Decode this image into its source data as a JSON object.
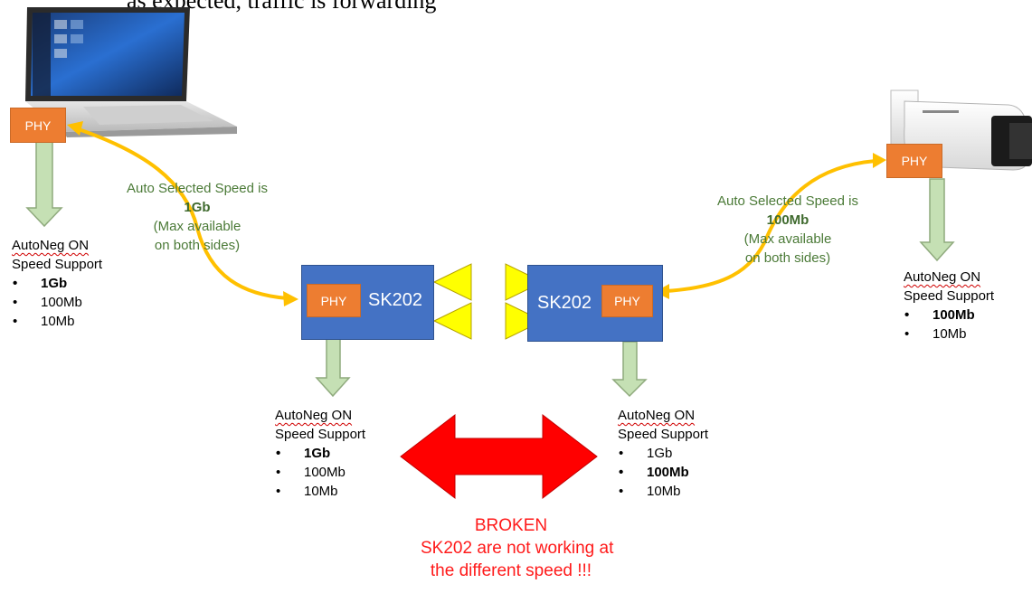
{
  "top_text": "as expected, traffic is forwarding",
  "phy_label": "PHY",
  "devices": {
    "left_sk": {
      "label": "SK202"
    },
    "right_sk": {
      "label": "SK202"
    }
  },
  "links": {
    "left": {
      "line1": "Auto Selected Speed is",
      "speed": "1Gb",
      "line3": "(Max available",
      "line4": "on both sides)"
    },
    "right": {
      "line1": "Auto Selected Speed is",
      "speed": "100Mb",
      "line3": "(Max available",
      "line4": "on both sides)"
    }
  },
  "specs": {
    "laptop": {
      "title": "AutoNeg ON",
      "subtitle": "Speed Support",
      "items": [
        "1Gb",
        "100Mb",
        "10Mb"
      ]
    },
    "camera": {
      "title": "AutoNeg ON",
      "subtitle": "Speed Support",
      "items": [
        "100Mb",
        "10Mb"
      ]
    },
    "sk_left": {
      "title": "AutoNeg ON",
      "subtitle": "Speed Support",
      "items": [
        "1Gb",
        "100Mb",
        "10Mb"
      ]
    },
    "sk_right": {
      "title": "AutoNeg ON",
      "subtitle": "Speed Support",
      "items": [
        "1Gb",
        "100Mb",
        "10Mb"
      ]
    }
  },
  "broken": {
    "line1": "BROKEN",
    "line2": "SK202 are not working at",
    "line3": "the different speed !!!"
  },
  "colors": {
    "phy": "#ed7d31",
    "sk_box": "#4472c4",
    "link_arrow": "#ffc000",
    "down_arrow_fill": "#c5e0b4",
    "down_arrow_stroke": "#8faa7d",
    "broken": "#ff0000",
    "triangle": "#ffff00"
  }
}
